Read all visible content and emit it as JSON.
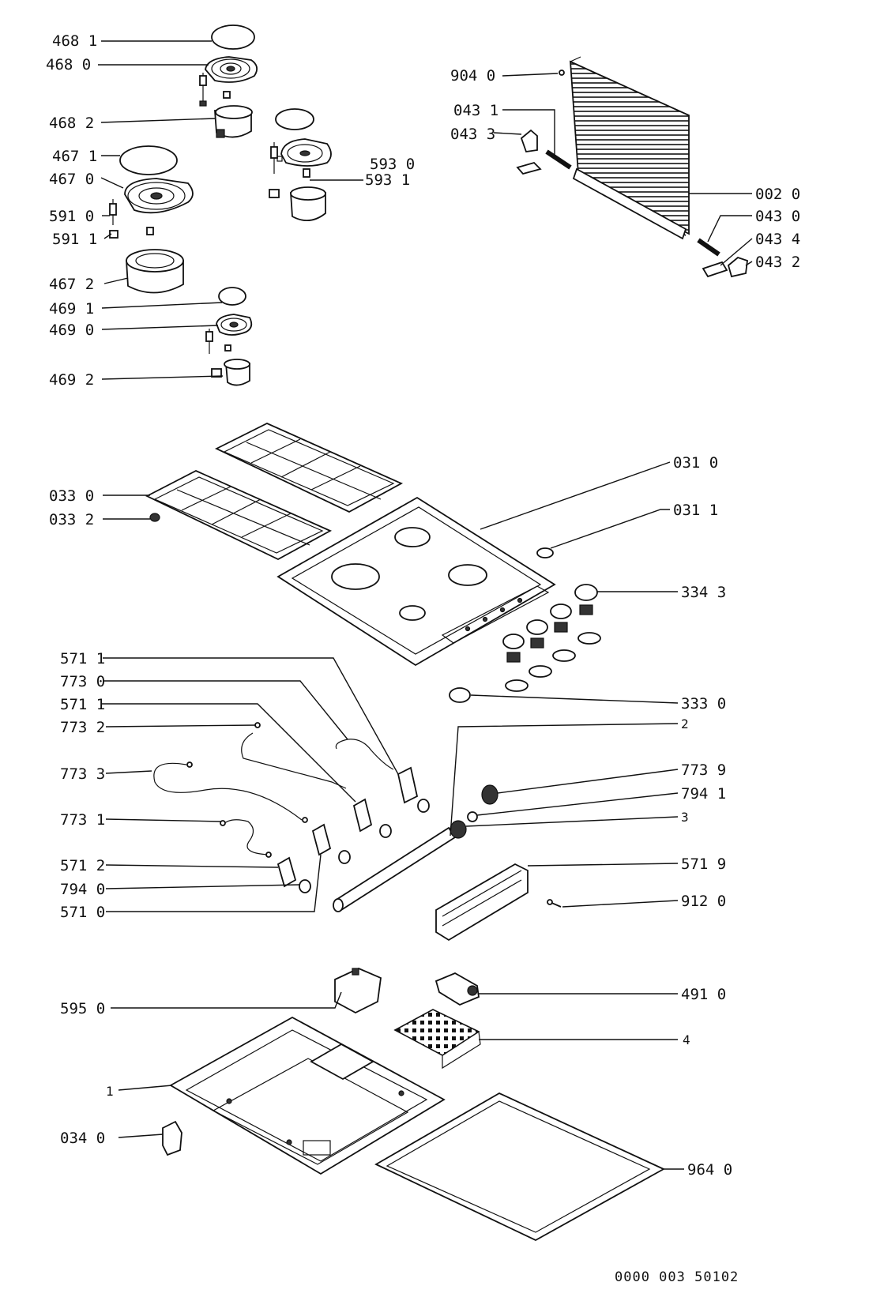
{
  "callouts": {
    "c468_1": "468 1",
    "c468_0": "468 0",
    "c468_2": "468 2",
    "c467_1": "467 1",
    "c467_0": "467 0",
    "c591_0": "591 0",
    "c591_1": "591 1",
    "c467_2": "467 2",
    "c469_1": "469 1",
    "c469_0": "469 0",
    "c469_2": "469 2",
    "c593_0": "593 0",
    "c593_1": "593 1",
    "c904_0": "904 0",
    "c043_1": "043 1",
    "c043_3": "043 3",
    "c002_0": "002 0",
    "c043_0": "043 0",
    "c043_4": "043 4",
    "c043_2": "043 2",
    "c031_0": "031 0",
    "c031_1": "031 1",
    "c033_0": "033 0",
    "c033_2": "033 2",
    "c334_3": "334 3",
    "c571_1a": "571 1",
    "c773_0": "773 0",
    "c571_1b": "571 1",
    "c773_2": "773 2",
    "c773_3": "773 3",
    "c773_1": "773 1",
    "c571_2": "571 2",
    "c794_0": "794 0",
    "c571_0": "571 0",
    "c333_0": "333 0",
    "c2": "2",
    "c773_9": "773 9",
    "c794_1": "794 1",
    "c3": "3",
    "c571_9": "571 9",
    "c912_0": "912 0",
    "c595_0": "595 0",
    "c491_0": "491 0",
    "c4": "4",
    "c1": "1",
    "c034_0": "034 0",
    "c964_0": "964 0"
  },
  "drawing_ref": "0000 003 50102"
}
